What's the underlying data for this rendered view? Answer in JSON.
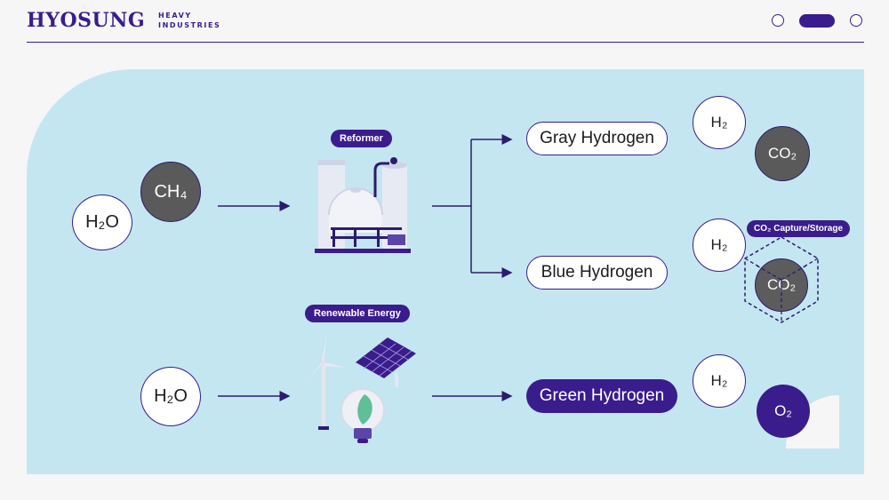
{
  "header": {
    "logo_main": "HYOSUNG",
    "logo_sub_1": "HEAVY",
    "logo_sub_2": "INDUSTRIES",
    "brand_color": "#3a1c8c"
  },
  "panel_color": "#c4e6f1",
  "sources": {
    "gray_water": "H₂O",
    "methane": "CH₄",
    "green_water": "H₂O"
  },
  "processes": {
    "reformer_tag": "Reformer",
    "renewable_tag": "Renewable Energy",
    "reformer_icon": "reformer-plant-icon",
    "renewable_icons": [
      "wind-turbine-icon",
      "solar-panel-icon",
      "eco-bulb-icon"
    ]
  },
  "outputs": {
    "gray": {
      "label": "Gray Hydrogen",
      "h2": "H₂",
      "by": "CO₂"
    },
    "blue": {
      "label": "Blue Hydrogen",
      "h2": "H₂",
      "by": "CO₂",
      "capture_tag": "CO₂ Capture/Storage"
    },
    "green": {
      "label": "Green Hydrogen",
      "h2": "H₂",
      "by": "O₂"
    }
  }
}
